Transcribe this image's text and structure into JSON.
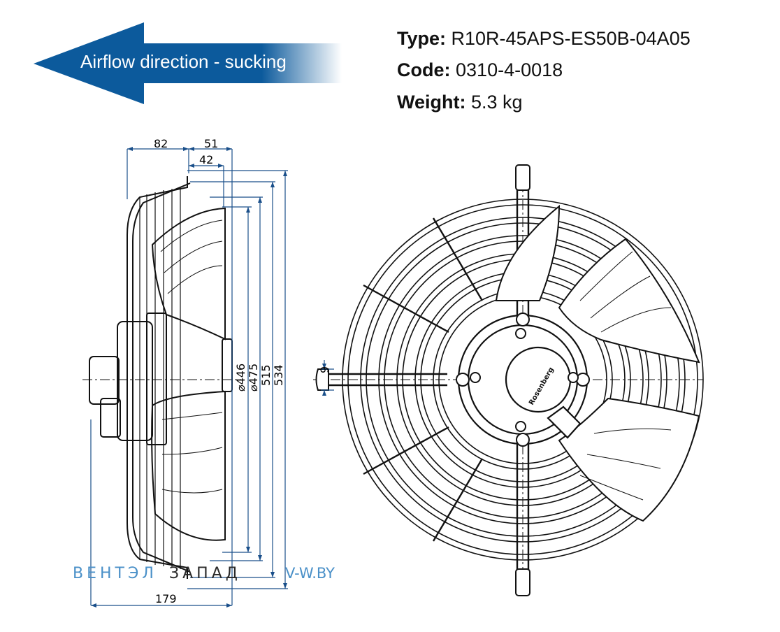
{
  "airflow": {
    "label": "Airflow direction - sucking",
    "color": "#0c5a9c"
  },
  "specs": [
    {
      "key": "Type:",
      "value": "R10R-45APS-ES50B-04A05"
    },
    {
      "key": "Code:",
      "value": "0310-4-0018"
    },
    {
      "key": "Weight:",
      "value": "5.3 kg"
    }
  ],
  "dimensions": {
    "d82": "82",
    "d51": "51",
    "d42": "42",
    "d179": "179",
    "d9": "9",
    "d446": "⌀446",
    "d475": "⌀475",
    "d515": "515",
    "d534": "534"
  },
  "watermark": {
    "part1": "ВЕНТЭЛ",
    "part2": "ЗАПАД",
    "part3": "V-W.BY",
    "color1": "#4a90c8",
    "color2": "#2a2a2a"
  },
  "logo": {
    "text": "Rosenberg"
  },
  "colors": {
    "dimension": "#1a4f8a",
    "drawing": "#111111"
  }
}
